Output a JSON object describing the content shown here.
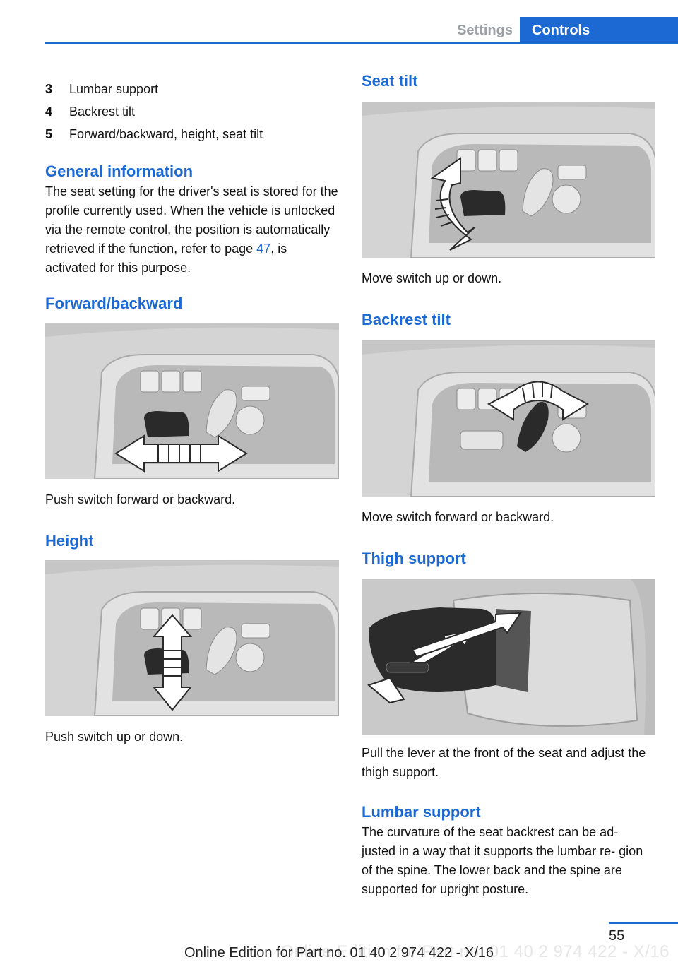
{
  "header": {
    "tab_settings": "Settings",
    "tab_controls": "Controls"
  },
  "list_items": [
    {
      "num": "3",
      "label": "Lumbar support"
    },
    {
      "num": "4",
      "label": "Backrest tilt"
    },
    {
      "num": "5",
      "label": "Forward/backward, height, seat tilt"
    }
  ],
  "general_info": {
    "heading": "General information",
    "text_before_link": "The seat setting for the driver's seat is stored for the profile currently used. When the vehicle is unlocked via the remote control, the position is automatically retrieved if the function, refer to page ",
    "link": "47",
    "text_after_link": ", is activated for this purpose."
  },
  "forward_backward": {
    "heading": "Forward/backward",
    "caption": "Push switch forward or backward."
  },
  "height": {
    "heading": "Height",
    "caption": "Push switch up or down."
  },
  "seat_tilt": {
    "heading": "Seat tilt",
    "caption": "Move switch up or down."
  },
  "backrest_tilt": {
    "heading": "Backrest tilt",
    "caption": "Move switch forward or backward."
  },
  "thigh_support": {
    "heading": "Thigh support",
    "caption": "Pull the lever at the front of the seat and adjust the thigh support."
  },
  "lumbar_support": {
    "heading": "Lumbar support",
    "text": "The curvature of the seat backrest can be ad‐ justed in a way that it supports the lumbar re‐ gion of the spine. The lower back and the spine are supported for upright posture."
  },
  "footer": {
    "page": "55",
    "edition": "Online Edition for Part no. 01 40 2 974 422 - X/16",
    "watermark": "Online Edition for Part no. 01 40 2 974 422 - X/16"
  },
  "colors": {
    "accent": "#1c69d4"
  }
}
